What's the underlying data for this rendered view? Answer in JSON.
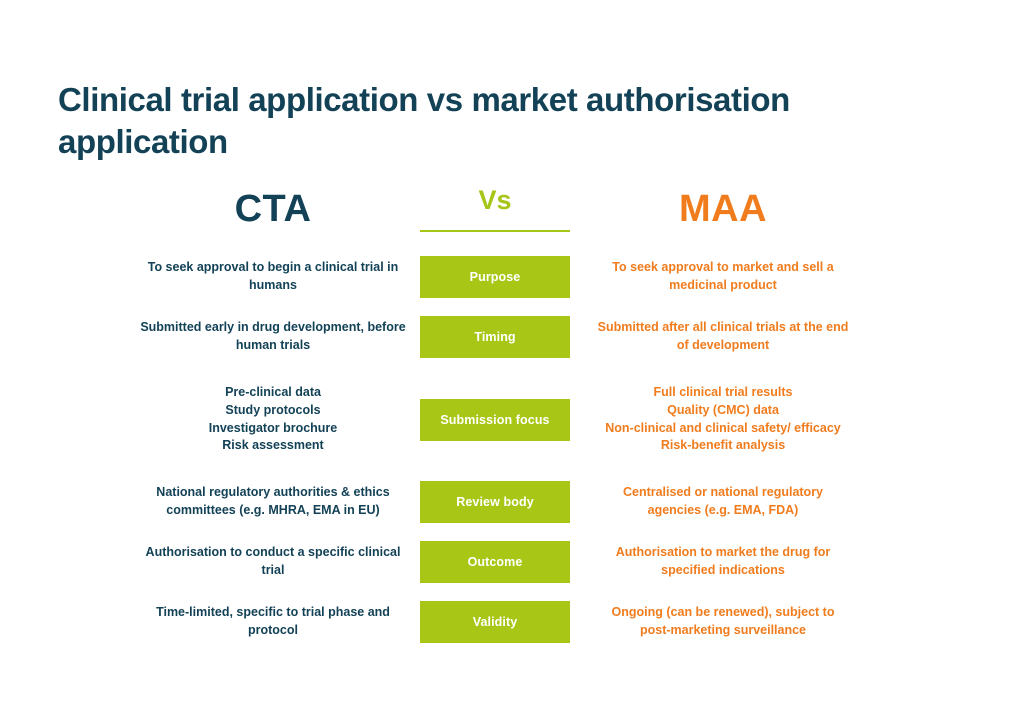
{
  "page": {
    "title": "Clinical trial application vs market authorisation application"
  },
  "colors": {
    "navy": "#134257",
    "orange": "#F07C1E",
    "green": "#A8C616",
    "green_accent": "#A5C517",
    "background": "#FFFFFF"
  },
  "header": {
    "left_label": "CTA",
    "center_label": "Vs",
    "right_label": "MAA"
  },
  "rows": [
    {
      "label": "Purpose",
      "cta": "To seek approval to begin a clinical trial in humans",
      "maa": "To seek approval to market and sell a medicinal product"
    },
    {
      "label": "Timing",
      "cta": "Submitted early in drug development, before human trials",
      "maa": "Submitted after all clinical trials at the end of development"
    },
    {
      "label": "Submission focus",
      "cta": "Pre-clinical data\nStudy protocols\nInvestigator brochure\nRisk assessment",
      "maa": "Full clinical trial results\nQuality (CMC) data\nNon-clinical and clinical safety/ efficacy\nRisk-benefit analysis"
    },
    {
      "label": "Review body",
      "cta": "National regulatory authorities & ethics committees (e.g. MHRA, EMA in EU)",
      "maa": "Centralised or national regulatory agencies (e.g. EMA, FDA)"
    },
    {
      "label": "Outcome",
      "cta": "Authorisation to conduct a specific clinical trial",
      "maa": "Authorisation to market the drug for specified indications"
    },
    {
      "label": "Validity",
      "cta": "Time-limited, specific to trial phase and protocol",
      "maa": "Ongoing (can be renewed), subject to post-marketing surveillance"
    }
  ]
}
